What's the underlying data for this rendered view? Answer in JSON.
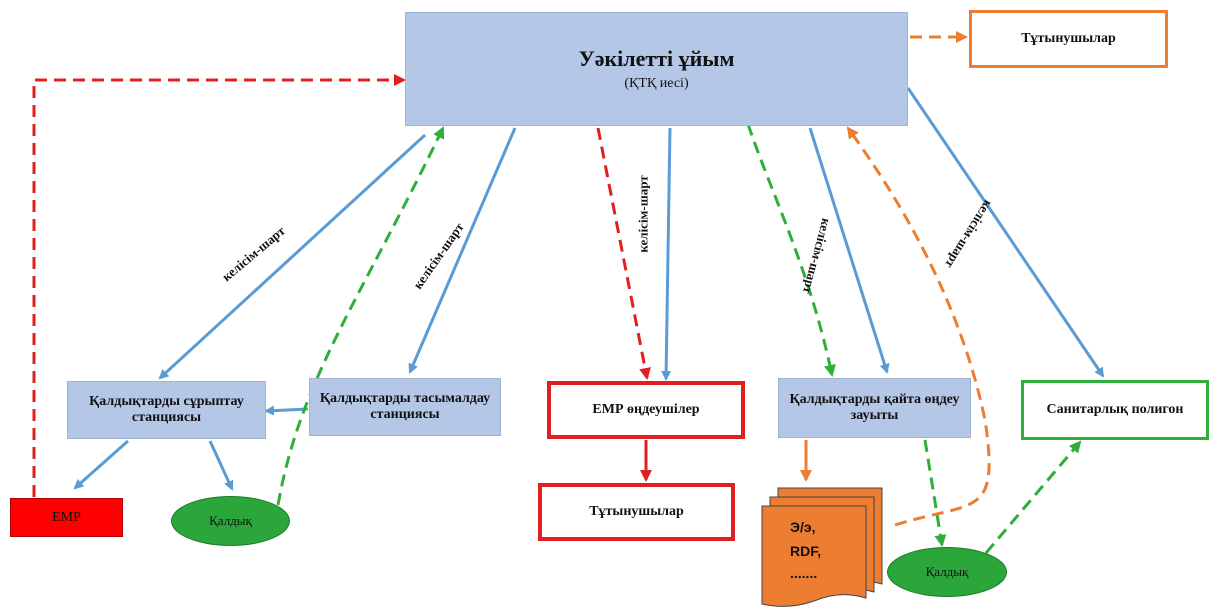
{
  "authority": {
    "title": "Уәкілетті ұйым",
    "subtitle": "(ҚТҚ иесі)"
  },
  "consumers_top": "Тұтынушылар",
  "sorting_station": "Қалдықтарды сұрыптау станциясы",
  "transport_station": "Қалдықтарды тасымалдау станциясы",
  "emr_processors": "ЕМР өңдеушілер",
  "recycling_plant": "Қалдықтарды қайта өңдеу зауыты",
  "sanitary_landfill": "Санитарлық полигон",
  "emr_left": "ЕМР",
  "consumers_bottom": "Тұтынушылар",
  "tailings_left": "Қалдық",
  "tailings_right": "Қалдық",
  "products": {
    "line1": "Э/э,",
    "line2": "RDF,",
    "line3": "......."
  },
  "contract_label": "келісім-шарт",
  "colors": {
    "blue_arrow": "#5b9bd5",
    "red_dash": "#e02020",
    "green_dash": "#2fae3a",
    "orange_dash": "#ed7d31",
    "box_fill": "#b4c7e7",
    "product_fill": "#ed7d31"
  }
}
